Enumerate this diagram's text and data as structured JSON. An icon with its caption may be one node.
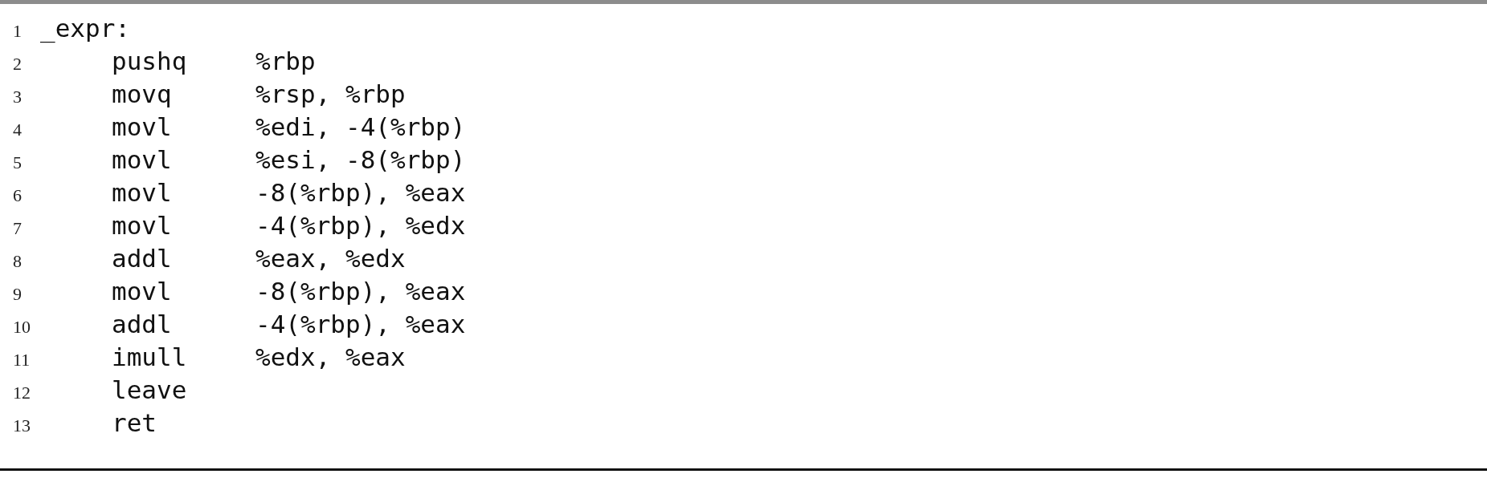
{
  "diagram": {
    "labels": [
      "1",
      "_expr:",
      "2",
      "pushq",
      "%rbp",
      "3",
      "movq",
      "%rsp, %rbp",
      "4",
      "movl",
      "%edi, -4(%rbp)",
      "5",
      "movl",
      "%esi, -8(%rbp)",
      "6",
      "movl",
      "-8(%rbp), %eax",
      "7",
      "movl",
      "-4(%rbp), %edx",
      "8",
      "addl",
      "%eax, %edx",
      "9",
      "movl",
      "-8(%rbp), %eax",
      "10",
      "addl",
      "-4(%rbp), %eax",
      "11",
      "imull",
      "%edx, %eax",
      "12",
      "leave",
      "13",
      "ret"
    ]
  }
}
